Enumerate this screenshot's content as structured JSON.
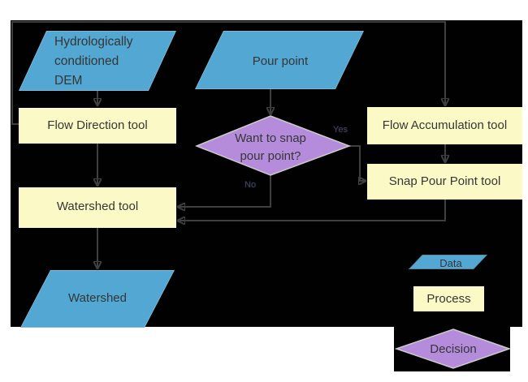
{
  "diagram": {
    "nodes": {
      "dem": {
        "label": "Hydrologically conditioned DEM",
        "type": "data"
      },
      "pour_point": {
        "label": "Pour point",
        "type": "data"
      },
      "flow_direction": {
        "label": "Flow Direction tool",
        "type": "process"
      },
      "flow_accumulation": {
        "label": "Flow Accumulation tool",
        "type": "process"
      },
      "snap_decision": {
        "label": "Want to snap pour point?",
        "type": "decision"
      },
      "snap_pour_point": {
        "label": "Snap Pour Point tool",
        "type": "process"
      },
      "watershed_tool": {
        "label": "Watershed tool",
        "type": "process"
      },
      "watershed": {
        "label": "Watershed",
        "type": "data"
      }
    },
    "edge_labels": {
      "yes": "Yes",
      "no": "No"
    },
    "legend": {
      "data": {
        "label": "Data"
      },
      "process": {
        "label": "Process"
      },
      "decision": {
        "label": "Decision"
      }
    }
  },
  "colors": {
    "background": "#ffffff",
    "panel": "#010101",
    "data_fill": "#52A7D3",
    "data_border": "#5D87A1",
    "process_fill": "#FBFAC6",
    "decision_fill": "#B58CDB",
    "decision_border": "#CBCBCB",
    "connector": "#3F3F3F",
    "label_text": "#363636",
    "edge_label_text": "#4A4A4A"
  }
}
